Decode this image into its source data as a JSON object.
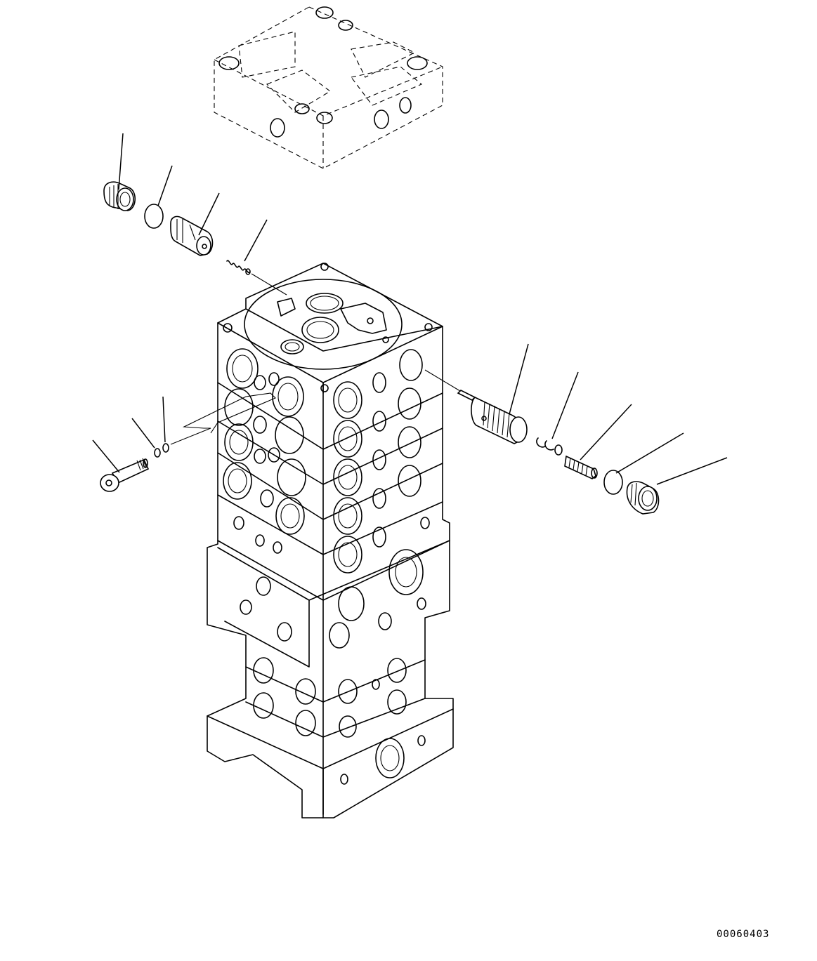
{
  "figure": {
    "code": "00060403"
  },
  "parts": [
    {
      "name": "plug-left",
      "icon": "plug-icon"
    },
    {
      "name": "o-ring-left",
      "icon": "o-ring-icon"
    },
    {
      "name": "spool-left",
      "icon": "spool-icon"
    },
    {
      "name": "spring-left",
      "icon": "spring-icon"
    },
    {
      "name": "bolt",
      "icon": "bolt-icon"
    },
    {
      "name": "washer-a",
      "icon": "o-ring-icon"
    },
    {
      "name": "washer-b",
      "icon": "o-ring-icon"
    },
    {
      "name": "valve-right",
      "icon": "spool-icon"
    },
    {
      "name": "ring-right",
      "icon": "snap-ring-icon"
    },
    {
      "name": "spring-right",
      "icon": "spring-icon"
    },
    {
      "name": "o-ring-right",
      "icon": "o-ring-icon"
    },
    {
      "name": "plug-right",
      "icon": "plug-icon"
    }
  ]
}
